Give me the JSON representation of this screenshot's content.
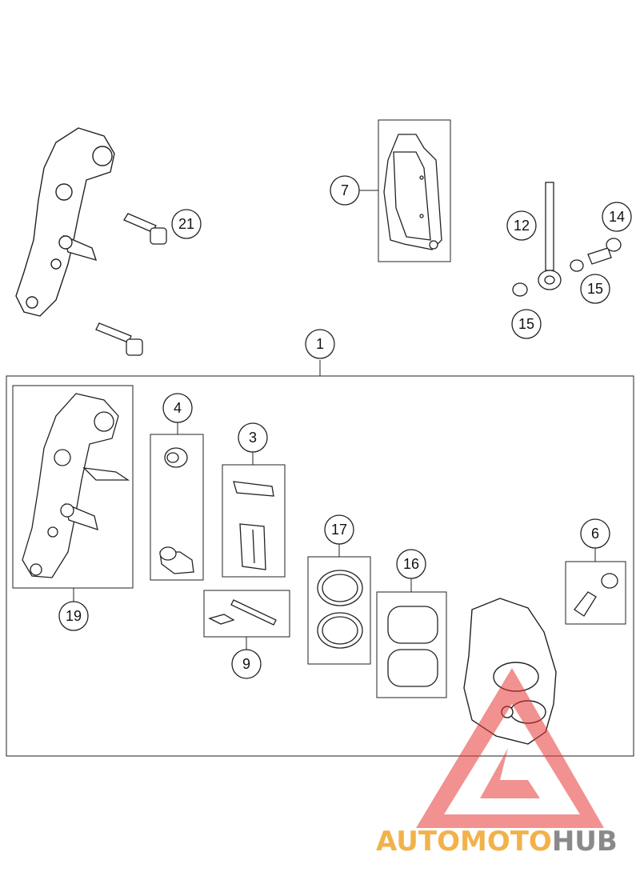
{
  "diagram": {
    "callouts": {
      "c1": "1",
      "c3": "3",
      "c4": "4",
      "c6": "6",
      "c7": "7",
      "c9": "9",
      "c12": "12",
      "c14": "14",
      "c15a": "15",
      "c15b": "15",
      "c16": "16",
      "c17": "17",
      "c19": "19",
      "c21": "21"
    }
  },
  "watermark": {
    "part1": "AUTO",
    "part2": "MOTO",
    "part3": "HUB",
    "colors": {
      "auto": "#f2b24a",
      "moto": "#f2b24a",
      "hub": "#8a8a8a",
      "triangle": "#e53935"
    }
  }
}
